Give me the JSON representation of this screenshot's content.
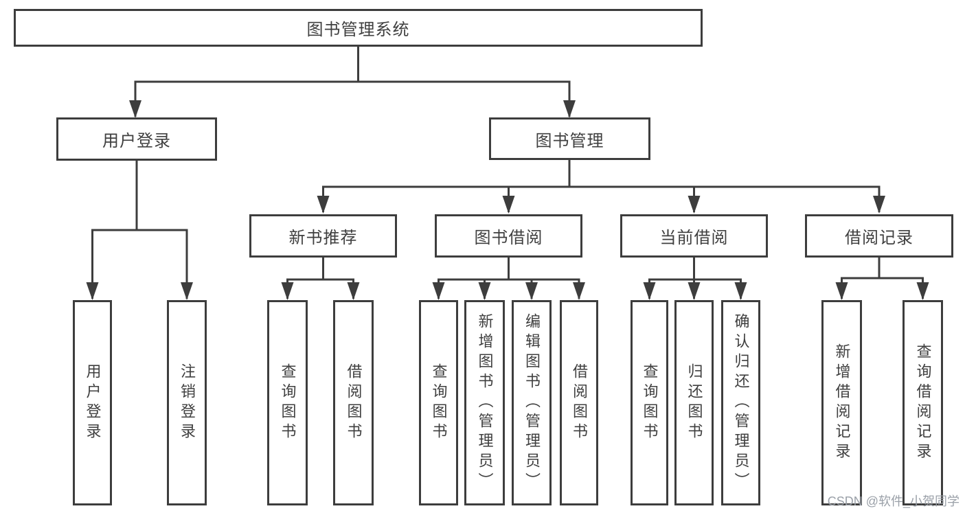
{
  "diagram": {
    "root": {
      "label": "图书管理系统"
    },
    "level2": [
      {
        "label": "用户登录"
      },
      {
        "label": "图书管理"
      }
    ],
    "level3": [
      {
        "label": "新书推荐"
      },
      {
        "label": "图书借阅"
      },
      {
        "label": "当前借阅"
      },
      {
        "label": "借阅记录"
      }
    ],
    "leaves": [
      {
        "label": "用户登录"
      },
      {
        "label": "注销登录"
      },
      {
        "label": "查询图书"
      },
      {
        "label": "借阅图书"
      },
      {
        "label": "查询图书"
      },
      {
        "label": "新增图书（管理员）"
      },
      {
        "label": "编辑图书（管理员）"
      },
      {
        "label": "借阅图书"
      },
      {
        "label": "查询图书"
      },
      {
        "label": "归还图书"
      },
      {
        "label": "确认归还（管理员）"
      },
      {
        "label": "新增借阅记录"
      },
      {
        "label": "查询借阅记录"
      }
    ],
    "watermark": "CSDN @软件_小贺同学",
    "colors": {
      "line": "#3d3d3d",
      "text": "#3f3f3f",
      "watermark": "#9aa0a8",
      "background": "#ffffff"
    }
  }
}
